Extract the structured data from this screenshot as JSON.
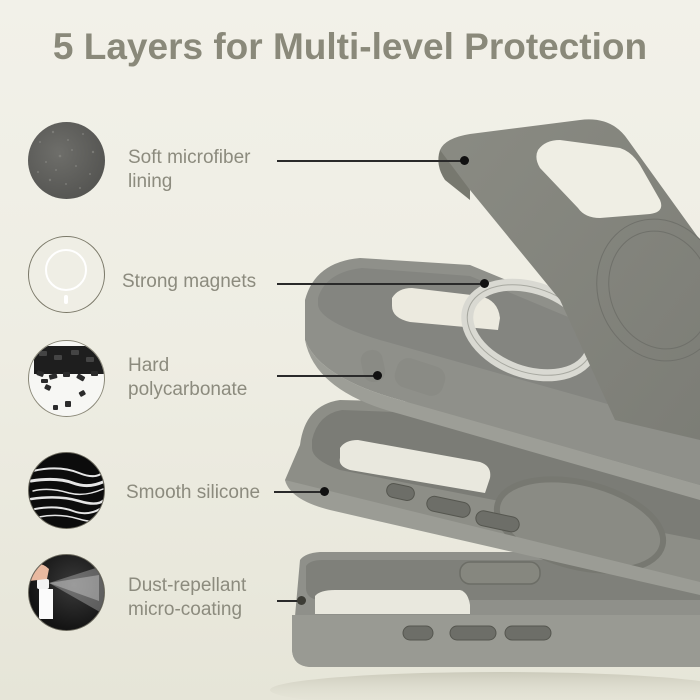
{
  "header": {
    "title": "5 Layers for Multi-level Protection"
  },
  "features": [
    {
      "label": "Soft microfiber lining",
      "lines": [
        "Soft microfiber",
        "lining"
      ],
      "icon": "microfiber-texture-icon"
    },
    {
      "label": "Strong magnets",
      "lines": [
        "Strong magnets"
      ],
      "icon": "magnet-ring-icon"
    },
    {
      "label": "Hard polycarbonate",
      "lines": [
        "Hard",
        "polycarbonate"
      ],
      "icon": "polycarbonate-pellets-icon"
    },
    {
      "label": "Smooth silicone",
      "lines": [
        "Smooth silicone"
      ],
      "icon": "silicone-swirl-icon"
    },
    {
      "label": "Dust-repellant micro-coating",
      "lines": [
        "Dust-repellant",
        "micro-coating"
      ],
      "icon": "spray-coating-icon"
    }
  ],
  "colors": {
    "background": "#f0efe6",
    "title": "#8a897a",
    "label": "#8c8b7e",
    "case_gray": "#8e8f87",
    "leader_line": "#2a2a2a"
  }
}
